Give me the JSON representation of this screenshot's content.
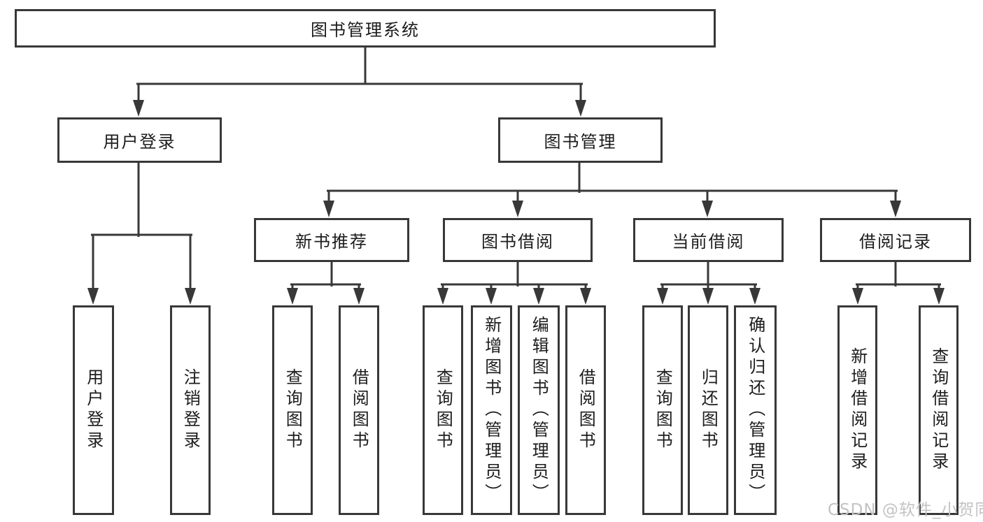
{
  "diagram": {
    "root": {
      "label": "图书管理系统"
    },
    "branches": [
      {
        "label": "用户登录",
        "children": [
          {
            "label": "用户登录"
          },
          {
            "label": "注销登录"
          }
        ]
      },
      {
        "label": "图书管理",
        "children": [
          {
            "label": "新书推荐",
            "children": [
              {
                "label": "查询图书"
              },
              {
                "label": "借阅图书"
              }
            ]
          },
          {
            "label": "图书借阅",
            "children": [
              {
                "label": "查询图书"
              },
              {
                "label": "新增图书（管理员）"
              },
              {
                "label": "编辑图书（管理员）"
              },
              {
                "label": "借阅图书"
              }
            ]
          },
          {
            "label": "当前借阅",
            "children": [
              {
                "label": "查询图书"
              },
              {
                "label": "归还图书"
              },
              {
                "label": "确认归还（管理员）"
              }
            ]
          },
          {
            "label": "借阅记录",
            "children": [
              {
                "label": "新增借阅记录"
              },
              {
                "label": "查询借阅记录"
              }
            ]
          }
        ]
      }
    ]
  },
  "watermark": {
    "text": "CSDN @软件_小贺同学"
  },
  "colors": {
    "line": "#383838",
    "text": "#1c1c1c",
    "watermark": "#c3c3c3",
    "background": "#ffffff"
  }
}
